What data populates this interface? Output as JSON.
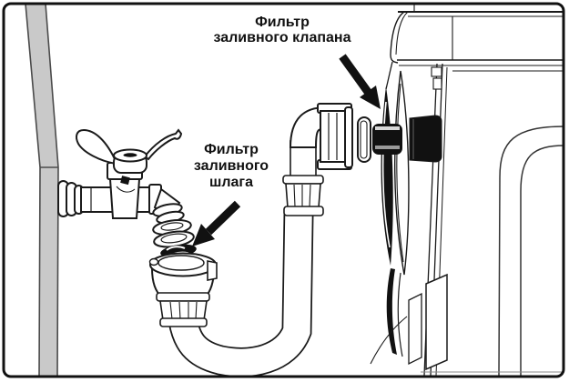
{
  "diagram": {
    "type": "appliance-installation-illustration",
    "subject": "washing machine water inlet hose connection",
    "labels": {
      "inlet_valve_filter": {
        "line1": "Фильтр",
        "line2": "заливного клапана"
      },
      "inlet_hose_filter": {
        "line1": "Фильтр",
        "line2": "заливного",
        "line3": "шлага"
      }
    },
    "colors": {
      "line": "#1a1a1a",
      "background": "#ffffff",
      "wall_fill": "#c9c9c9",
      "wall_edge": "#4a4a4a",
      "dark_part": "#111111",
      "filter_stripe_light": "#d8d8d8",
      "filter_stripe_mid": "#9a9a9a"
    }
  }
}
